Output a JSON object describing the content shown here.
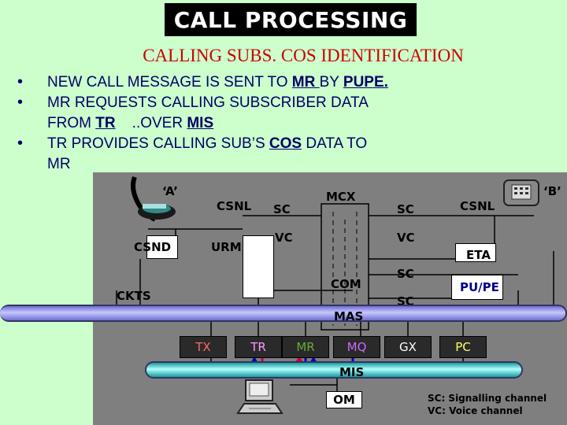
{
  "title": "CALL PROCESSING",
  "subtitle": "CALLING SUBS. COS IDENTIFICATION",
  "bullets": {
    "b1": {
      "pre": "NEW CALL MESSAGE IS SENT TO ",
      "mr": "MR ",
      "mid": "BY ",
      "pupe": "PUPE."
    },
    "b2": {
      "pre": "MR REQUESTS CALLING SUBSCRIBER DATA",
      "l2a": "FROM ",
      "tr": "TR",
      "l2b": "    ..OVER ",
      "mis": "MIS"
    },
    "b3": {
      "pre": "TR PROVIDES CALLING SUB’S ",
      "cos": "COS",
      "post": " DATA TO",
      "l2": "MR"
    }
  },
  "diagram": {
    "party_a": "‘A’",
    "party_b": "‘B’",
    "csnl_left": "CSNL",
    "sc1": "SC",
    "mcx": "MCX",
    "sc2": "SC",
    "csnl_right": "CSNL",
    "csnd": "CSND",
    "urm": "URM",
    "vc1": "VC",
    "vc2": "VC",
    "eta": "ETA",
    "com": "COM",
    "sc3": "SC",
    "pupe": "PU/PE",
    "ckts": "CKTS",
    "sc4": "SC",
    "mas": "MAS",
    "modules": [
      "TX",
      "TR",
      "MR",
      "MQ",
      "GX",
      "PC"
    ],
    "mis": "MIS",
    "om": "OM",
    "legend_sc": "SC: Signalling  channel",
    "legend_vc": "VC: Voice channel"
  },
  "colors": {
    "background": "#ccffcc",
    "title_box": "#000000",
    "subtitle": "#cc0000",
    "bullet_text": "#000066",
    "diagram_bg": "#7f7f7f",
    "module_tx": "#ff6666",
    "module_tr": "#ff99ff",
    "module_mr": "#66aa33",
    "module_mq": "#cc66ff",
    "module_gx": "#ffffff",
    "module_pc": "#ffff66"
  },
  "icons": [
    "phone-a-icon",
    "phone-b-icon",
    "terminal-icon"
  ]
}
